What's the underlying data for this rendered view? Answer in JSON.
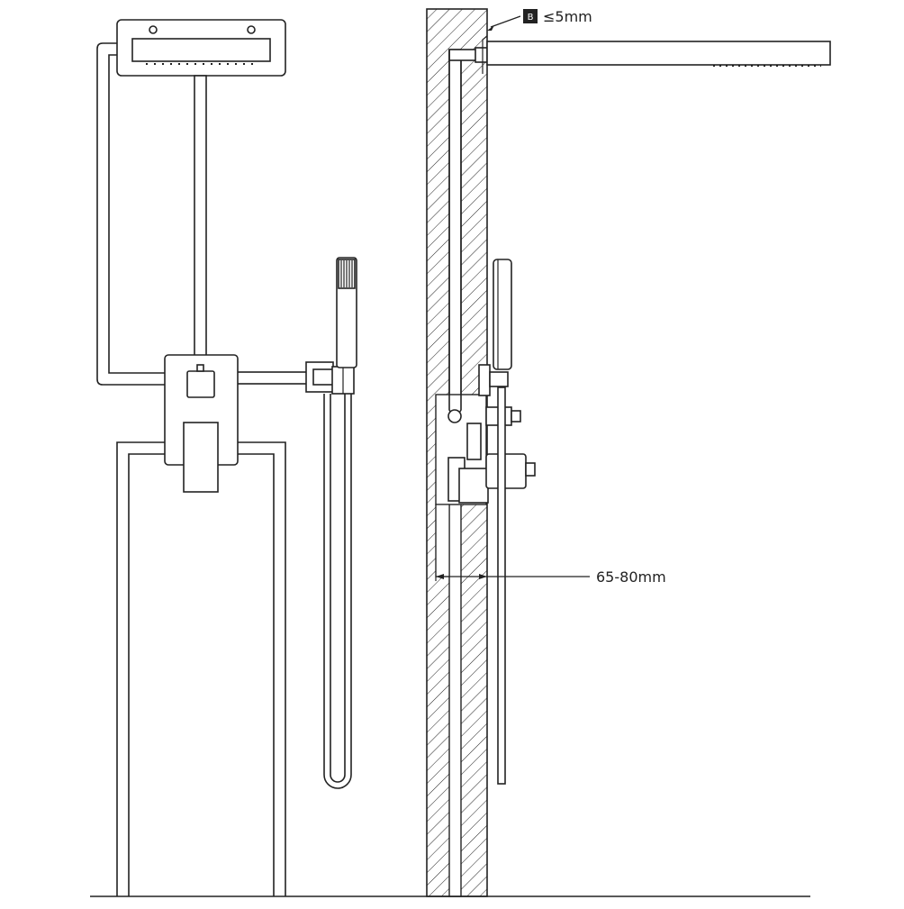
{
  "annotations": {
    "tile_gap_marker": "B",
    "tile_gap": "≤5mm",
    "wall_depth": "65-80mm"
  },
  "colors": {
    "line": "#222222",
    "background": "#ffffff",
    "hatch": "#222222"
  }
}
